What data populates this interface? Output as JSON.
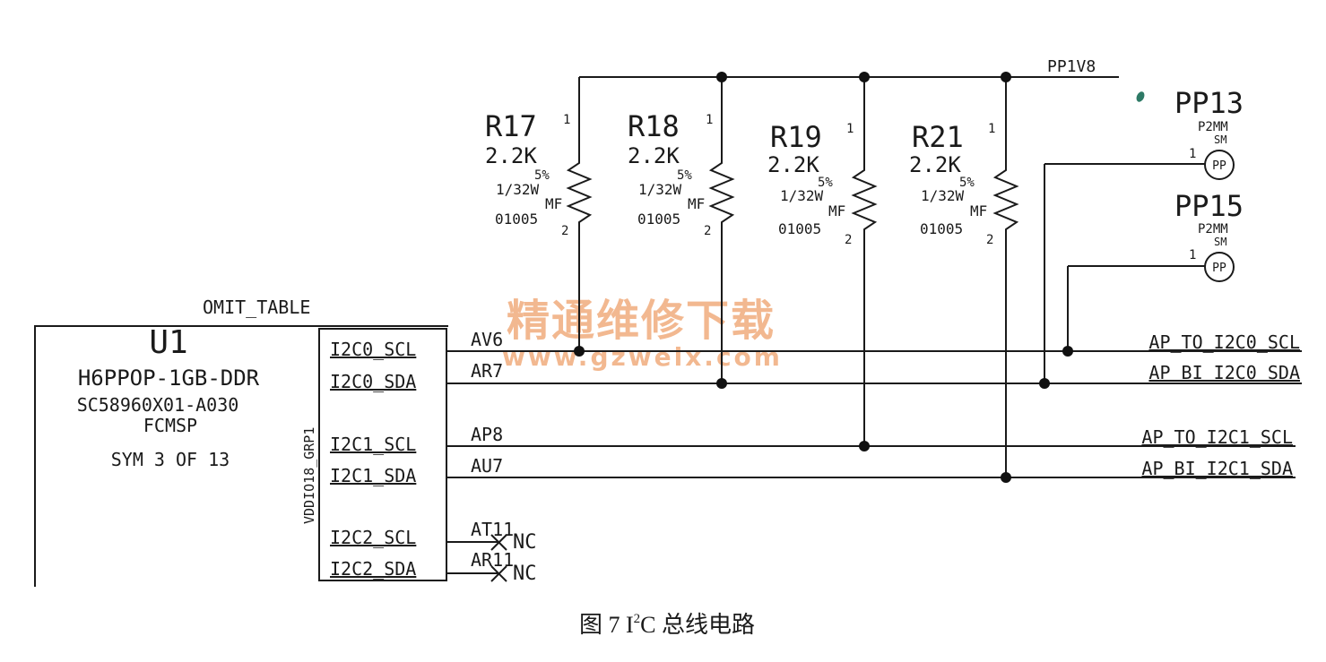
{
  "rails": {
    "power": "PP1V8"
  },
  "omit_table": "OMIT_TABLE",
  "chip": {
    "ref": "U1",
    "part": "H6PPOP-1GB-DDR",
    "code": "SC58960X01-A030",
    "package": "FCMSP",
    "sym": "SYM 3 OF 13",
    "group": "VDDIO18_GRP1",
    "pins": [
      {
        "name": "I2C0_SCL",
        "ball": "AV6"
      },
      {
        "name": "I2C0_SDA",
        "ball": "AR7"
      },
      {
        "name": "I2C1_SCL",
        "ball": "AP8"
      },
      {
        "name": "I2C1_SDA",
        "ball": "AU7"
      },
      {
        "name": "I2C2_SCL",
        "ball": "AT11",
        "nc": "NC"
      },
      {
        "name": "I2C2_SDA",
        "ball": "AR11",
        "nc": "NC"
      }
    ]
  },
  "resistors": [
    {
      "ref": "R17",
      "value": "2.2K",
      "tol": "5%",
      "power": "1/32W",
      "type": "MF",
      "size": "01005",
      "pin1": "1",
      "pin2": "2"
    },
    {
      "ref": "R18",
      "value": "2.2K",
      "tol": "5%",
      "power": "1/32W",
      "type": "MF",
      "size": "01005",
      "pin1": "1",
      "pin2": "2"
    },
    {
      "ref": "R19",
      "value": "2.2K",
      "tol": "5%",
      "power": "1/32W",
      "type": "MF",
      "size": "01005",
      "pin1": "1",
      "pin2": "2"
    },
    {
      "ref": "R21",
      "value": "2.2K",
      "tol": "5%",
      "power": "1/32W",
      "type": "MF",
      "size": "01005",
      "pin1": "1",
      "pin2": "2"
    }
  ],
  "testpoints": [
    {
      "ref": "PP13",
      "type": "P2MM",
      "mount": "SM",
      "pin": "1",
      "symbol": "PP"
    },
    {
      "ref": "PP15",
      "type": "P2MM",
      "mount": "SM",
      "pin": "1",
      "symbol": "PP"
    }
  ],
  "nets": [
    "AP_TO_I2C0_SCL",
    "AP_BI_I2C0_SDA",
    "AP_TO_I2C1_SCL",
    "AP_BI_I2C1_SDA"
  ],
  "watermark": {
    "cn": "精通维修下载",
    "url": "www.gzweix.com"
  },
  "caption": {
    "prefix": "图 7  I",
    "sup": "2",
    "suffix": "C 总线电路"
  }
}
